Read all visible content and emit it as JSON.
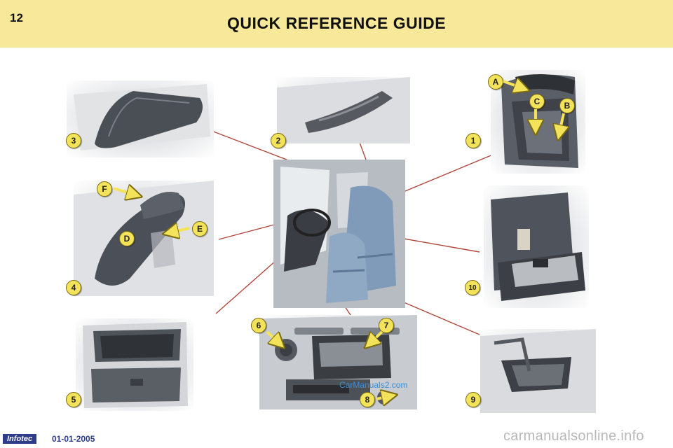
{
  "header": {
    "page_number": "12",
    "title": "QUICK REFERENCE GUIDE"
  },
  "callouts": {
    "n1": "1",
    "n2": "2",
    "n3": "3",
    "n4": "4",
    "n5": "5",
    "n6": "6",
    "n7": "7",
    "n8": "8",
    "n9": "9",
    "n10": "10",
    "A": "A",
    "B": "B",
    "C": "C",
    "D": "D",
    "E": "E",
    "F": "F"
  },
  "footer": {
    "logo": "Infotec",
    "date": "01-01-2005"
  },
  "watermarks": {
    "center": "CarManuals2.com",
    "corner": "carmanualsonline.info"
  },
  "colors": {
    "header_bg": "#f7e89a",
    "callout_fill": "#f3e35a",
    "leader_line": "#b0483c",
    "footer_blue": "#2d3d8c"
  }
}
